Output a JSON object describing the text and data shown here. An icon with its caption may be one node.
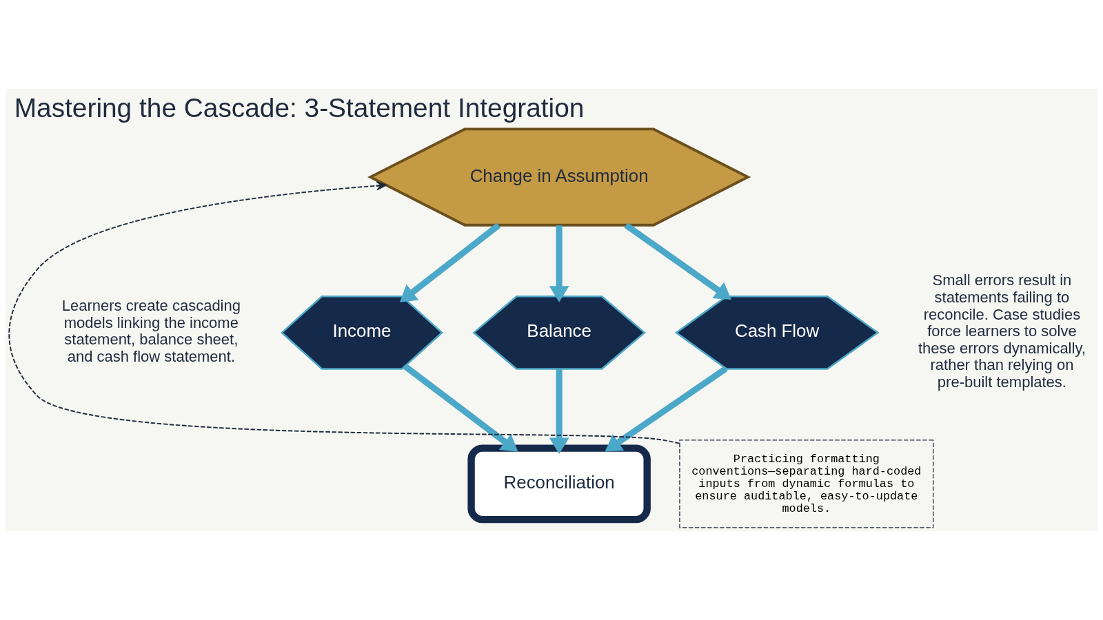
{
  "diagram": {
    "title": "Mastering the Cascade: 3-Statement Integration",
    "nodes": [
      {
        "text": [
          "Change in Assumption"
        ]
      },
      {
        "text": [
          "Income"
        ]
      },
      {
        "text": [
          "Balance"
        ]
      },
      {
        "text": [
          "Cash Flow"
        ]
      },
      {
        "text": [
          "Reconciliation"
        ]
      },
      {
        "text": [
          "Practicing formatting conventions—separating hard-coded inputs from dynamic formulas to ensure auditable, easy-to-update models."
        ]
      }
    ],
    "edges": [
      {
        "from": 0,
        "to": 1,
        "arrow": "to"
      },
      {
        "from": 0,
        "to": 2,
        "arrow": "to"
      },
      {
        "from": 0,
        "to": 3,
        "arrow": "to"
      },
      {
        "from": 1,
        "to": 4,
        "arrow": "to"
      },
      {
        "from": 2,
        "to": 4,
        "arrow": "to"
      },
      {
        "from": 3,
        "to": 4,
        "arrow": "to"
      },
      {
        "from": 5,
        "to": 0,
        "arrow": "to",
        "style": "dashed",
        "color": "#1f2a3c"
      }
    ],
    "labels": [
      "Learners create cascading models linking the income statement, balance sheet, and cash flow statement.",
      "Small errors result in statements failing to reconcile. Case studies force learners to solve these errors dynamically, rather than relying on pre-built templates."
    ]
  }
}
